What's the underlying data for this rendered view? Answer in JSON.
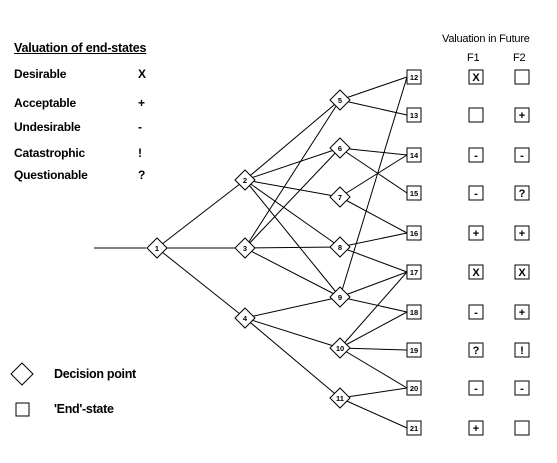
{
  "legend": {
    "title": "Valuation of end-states",
    "items": [
      {
        "label": "Desirable",
        "symbol": "X"
      },
      {
        "label": "Acceptable",
        "symbol": "+"
      },
      {
        "label": "Undesirable",
        "symbol": "-"
      },
      {
        "label": "Catastrophic",
        "symbol": "!"
      },
      {
        "label": "Questionable",
        "symbol": "?"
      }
    ]
  },
  "future": {
    "title": "Valuation in Future",
    "col1": "F1",
    "col2": "F2"
  },
  "key": {
    "decision": "Decision point",
    "endstate": "'End'-state"
  },
  "decisions": [
    "1",
    "2",
    "3",
    "4",
    "5",
    "6",
    "7",
    "8",
    "9",
    "10",
    "11"
  ],
  "endstates": [
    "12",
    "13",
    "14",
    "15",
    "16",
    "17",
    "18",
    "19",
    "20",
    "21"
  ],
  "valuations": [
    {
      "end": "12",
      "f1": "X",
      "f2": ""
    },
    {
      "end": "13",
      "f1": "",
      "f2": "+"
    },
    {
      "end": "14",
      "f1": "-",
      "f2": "-"
    },
    {
      "end": "15",
      "f1": "-",
      "f2": "?"
    },
    {
      "end": "16",
      "f1": "+",
      "f2": "+"
    },
    {
      "end": "17",
      "f1": "X",
      "f2": "X"
    },
    {
      "end": "18",
      "f1": "-",
      "f2": "+"
    },
    {
      "end": "19",
      "f1": "?",
      "f2": "!"
    },
    {
      "end": "20",
      "f1": "-",
      "f2": "-"
    },
    {
      "end": "21",
      "f1": "+",
      "f2": ""
    }
  ],
  "edges": [
    [
      "1",
      "2"
    ],
    [
      "1",
      "3"
    ],
    [
      "1",
      "4"
    ],
    [
      "2",
      "5"
    ],
    [
      "2",
      "6"
    ],
    [
      "2",
      "7"
    ],
    [
      "2",
      "8"
    ],
    [
      "2",
      "9"
    ],
    [
      "3",
      "5"
    ],
    [
      "3",
      "6"
    ],
    [
      "3",
      "8"
    ],
    [
      "3",
      "9"
    ],
    [
      "4",
      "9"
    ],
    [
      "4",
      "10"
    ],
    [
      "4",
      "11"
    ],
    [
      "5",
      "12"
    ],
    [
      "5",
      "13"
    ],
    [
      "6",
      "14"
    ],
    [
      "6",
      "15"
    ],
    [
      "7",
      "16"
    ],
    [
      "7",
      "14"
    ],
    [
      "8",
      "17"
    ],
    [
      "8",
      "16"
    ],
    [
      "9",
      "18"
    ],
    [
      "9",
      "12"
    ],
    [
      "9",
      "17"
    ],
    [
      "10",
      "18"
    ],
    [
      "10",
      "19"
    ],
    [
      "10",
      "20"
    ],
    [
      "10",
      "17"
    ],
    [
      "11",
      "20"
    ],
    [
      "11",
      "21"
    ]
  ]
}
